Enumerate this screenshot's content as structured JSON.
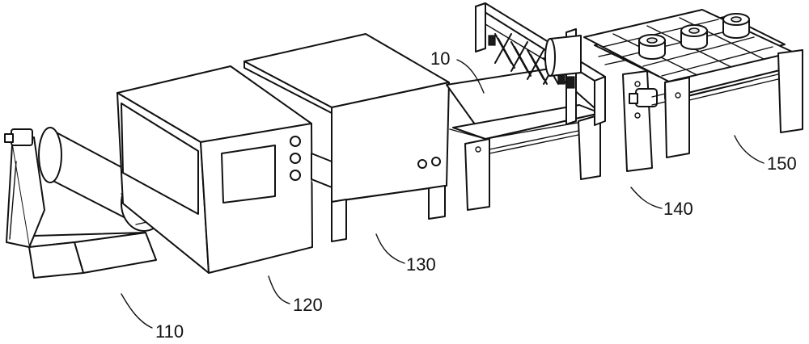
{
  "labels": {
    "unwinder": "110",
    "machine_a": "120",
    "machine_b": "130",
    "conveyor": "10",
    "frame_a": "140",
    "frame_b": "150"
  }
}
